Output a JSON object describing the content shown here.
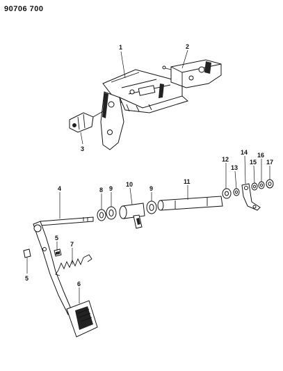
{
  "diagram": {
    "code": "90706 700",
    "callouts": [
      {
        "id": "c1",
        "label": "1"
      },
      {
        "id": "c2",
        "label": "2"
      },
      {
        "id": "c3",
        "label": "3"
      },
      {
        "id": "c4",
        "label": "4"
      },
      {
        "id": "c5a",
        "label": "5"
      },
      {
        "id": "c5b",
        "label": "5"
      },
      {
        "id": "c6",
        "label": "6"
      },
      {
        "id": "c7",
        "label": "7"
      },
      {
        "id": "c8",
        "label": "8"
      },
      {
        "id": "c9a",
        "label": "9"
      },
      {
        "id": "c9b",
        "label": "9"
      },
      {
        "id": "c10",
        "label": "10"
      },
      {
        "id": "c11",
        "label": "11"
      },
      {
        "id": "c12",
        "label": "12"
      },
      {
        "id": "c13",
        "label": "13"
      },
      {
        "id": "c14",
        "label": "14"
      },
      {
        "id": "c15",
        "label": "15"
      },
      {
        "id": "c16",
        "label": "16"
      },
      {
        "id": "c17",
        "label": "17"
      }
    ]
  }
}
